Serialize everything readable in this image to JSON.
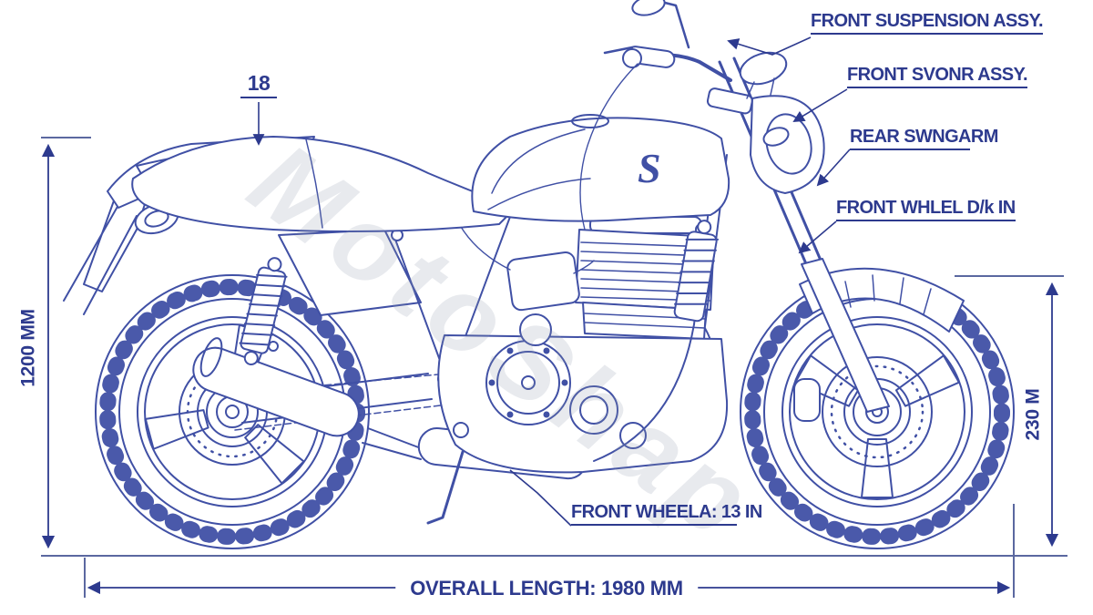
{
  "watermark": {
    "text": "MotoShap"
  },
  "logo": {
    "tank_mark": "S"
  },
  "callouts": {
    "part_number": "18",
    "front_suspension": "FRONT SUSPENSION ASSY.",
    "front_shock": "FRONT SVONR ASSY.",
    "rear_swingarm": "REAR SWNGARM",
    "front_wheel_dia": "FRONT WHLEL D/k IN",
    "front_wheel_size": "FRONT WHEELA: 13 IN"
  },
  "dimensions": {
    "overall_height": "1200 MM",
    "front_height": "230 M",
    "overall_length": "OVERALL LENGTH: 1980 MM"
  },
  "colors": {
    "line_art": "#4050a5",
    "annotation": "#2d3a8e",
    "background": "#ffffff"
  }
}
